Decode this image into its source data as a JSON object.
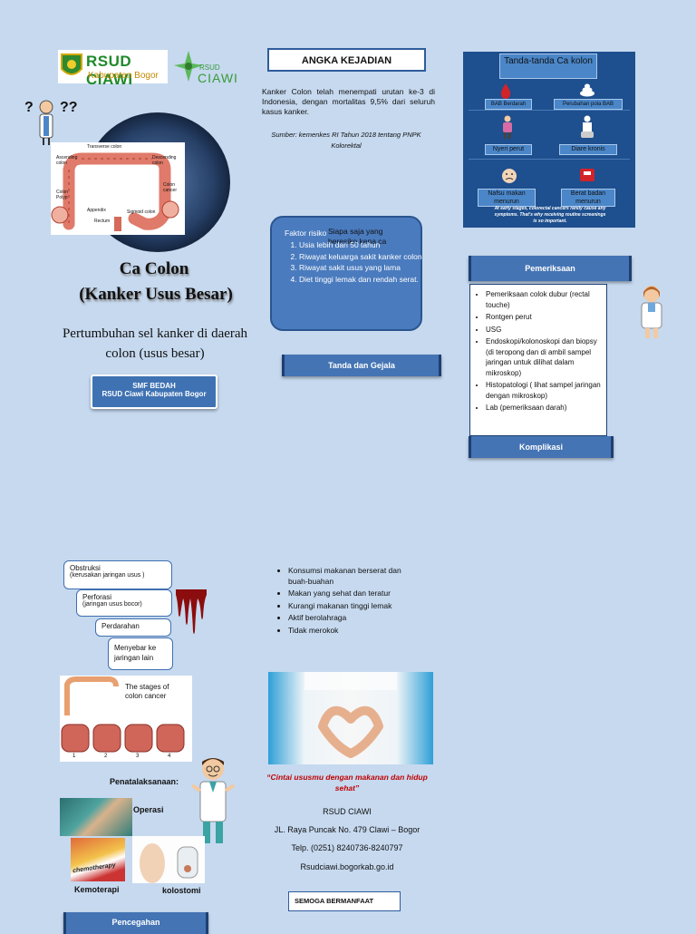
{
  "logos": {
    "rsud_title": "RSUD CIAWI",
    "rsud_sub": "Kabupaten Bogor",
    "ciawi_small": "RSUD",
    "ciawi_big": "CIAWI"
  },
  "question_marks": {
    "left": "?",
    "right": "??"
  },
  "title": {
    "line1": "Ca Colon",
    "line2": "(Kanker Usus Besar)"
  },
  "subtitle": "Pertumbuhan sel kanker di daerah colon (usus besar)",
  "smf": {
    "line1": "SMF BEDAH",
    "line2": "RSUD Ciawi Kabupaten Bogor"
  },
  "anatomy_labels": [
    "Transverse colon",
    "Ascending colon",
    "Descending colon",
    "Colon cancer",
    "Colon Polyp",
    "Appendix",
    "Rectum",
    "Sigmoid colon"
  ],
  "angka": {
    "heading": "ANGKA KEJADIAN",
    "text": "Kanker Colon telah menempati urutan ke-3 di Indonesia, dengan mortalitas 9,5% dari seluruh kasus kanker.",
    "source": "Sumber: kemenkes RI Tahun 2018 tentang PNPK Kolorektal"
  },
  "faktor": {
    "label_under": "Faktor risiko",
    "label_over": "Siapa saja yang beresiko kena ca",
    "items": [
      "Usia lebih dari 50 tahun",
      "Riwayat keluarga sakit kanker colon",
      "Riwayat sakit usus yang lama",
      "Diet tinggi lemak dan rendah serat."
    ]
  },
  "tanda_gejala": "Tanda dan Gejala",
  "signs": {
    "title": "Tanda-tanda Ca kolon",
    "items": [
      "BAB Berdarah",
      "Perubahan pola BAB",
      "Nyeri perut",
      "Diare kronis",
      "Nafsu makan menurun",
      "Berat badan menurun"
    ],
    "footer": "At early stages, colorectal cancers rarely cause any symptoms. That's why receiving routine screenings is so important."
  },
  "pemeriksaan": {
    "heading": "Pemeriksaan",
    "items": [
      "Pemeriksaan colok dubur (rectal touche)",
      "Rontgen perut",
      "USG",
      "Endoskopi/kolonoskopi dan biopsy (di teropong dan di ambil sampel jaringan untuk dilihat dalam mikroskop)",
      "Histopatologi ( lihat sampel jaringan dengan mikroskop)",
      "Lab (pemeriksaan darah)"
    ]
  },
  "komplikasi": {
    "heading": "Komplikasi",
    "obstruksi_title": "Obstruksi",
    "obstruksi_sub": "(kerusakan jaringan usus )",
    "perforasi_title": "Perforasi",
    "perforasi_sub": "(jaringan usus bocor)",
    "perdarahan": "Perdarahan",
    "menyebar": "Menyebar ke jaringan lain"
  },
  "stages": {
    "title": "The stages of colon cancer",
    "numbers": [
      "1",
      "2",
      "3",
      "4"
    ]
  },
  "penatalaksanaan": {
    "heading": "Penatalaksanaan:",
    "operasi": "Operasi",
    "kemoterapi": "Kemoterapi",
    "kolostomi": "kolostomi",
    "chemo_label": "chemotherapy"
  },
  "pencegahan": {
    "heading": "Pencegahan",
    "items": [
      "Konsumsi makanan berserat dan buah-buahan",
      "Makan yang sehat dan teratur",
      "Kurangi makanan tinggi lemak",
      "Aktif berolahraga",
      "Tidak merokok"
    ]
  },
  "quote": "“Cintai ususmu dengan makanan dan hidup sehat”",
  "contact": {
    "name": "RSUD CIAWI",
    "address": "JL. Raya Puncak No. 479 Clawi – Bogor",
    "telp": "Telp. (0251) 8240736-8240797",
    "web": "Rsudciawi.bogorkab.go.id"
  },
  "closing": "SEMOGA BERMANFAAT",
  "colors": {
    "background": "#c6d9ef",
    "accent": "#3f72b3",
    "dark_panel": "#1e4f8e",
    "quote": "#c00000"
  }
}
